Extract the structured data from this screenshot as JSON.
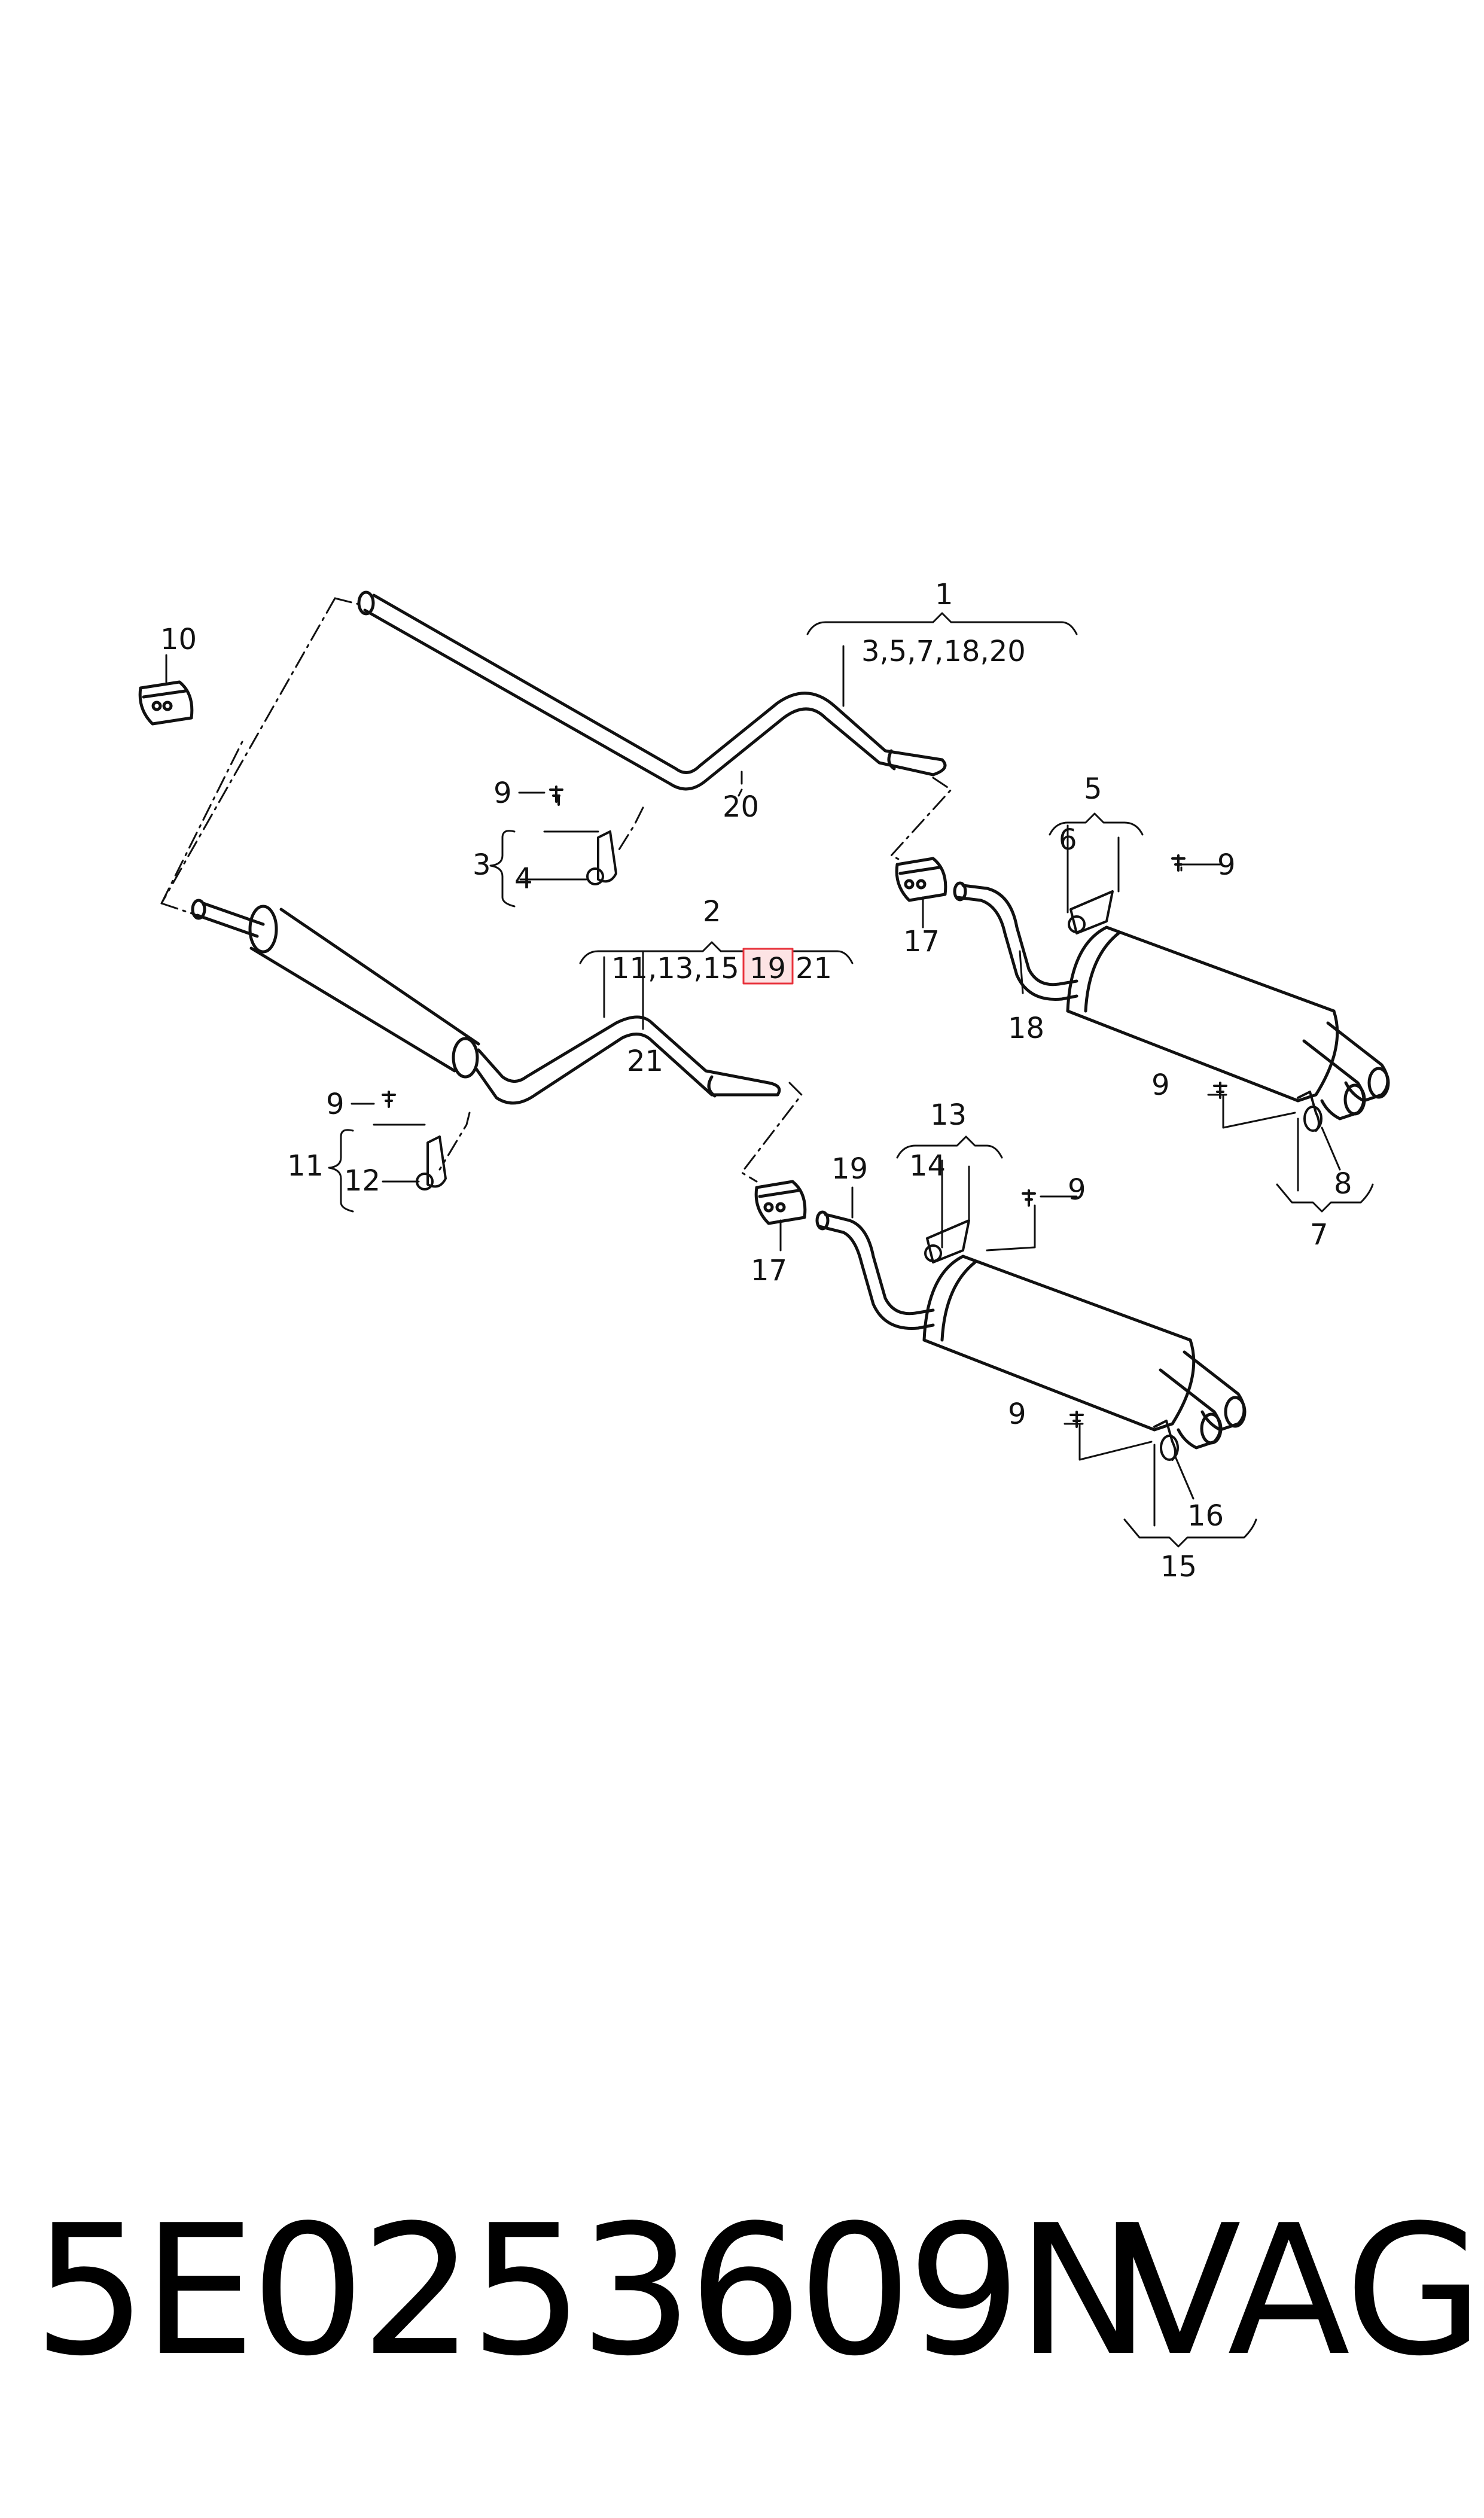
{
  "callouts": {
    "c1": "1",
    "c1_list": "3,5,7,18,20",
    "c2": "2",
    "c2_list_a": "11,13,15",
    "c2_list_hl": "19",
    "c2_list_b": "21",
    "c3": "3",
    "c4": "4",
    "c5": "5",
    "c6": "6",
    "c7": "7",
    "c8": "8",
    "c9_a": "9",
    "c9_b": "9",
    "c9_c": "9",
    "c9_d": "9",
    "c9_e": "9",
    "c9_f": "9",
    "c10": "10",
    "c11": "11",
    "c12": "12",
    "c13": "13",
    "c14": "14",
    "c15": "15",
    "c16": "16",
    "c17_a": "17",
    "c17_b": "17",
    "c18": "18",
    "c19": "19",
    "c20": "20",
    "c21": "21"
  },
  "highlight_color": "#e8333c",
  "footer": {
    "part_number": "5E0253609N",
    "brand": "VAG"
  }
}
